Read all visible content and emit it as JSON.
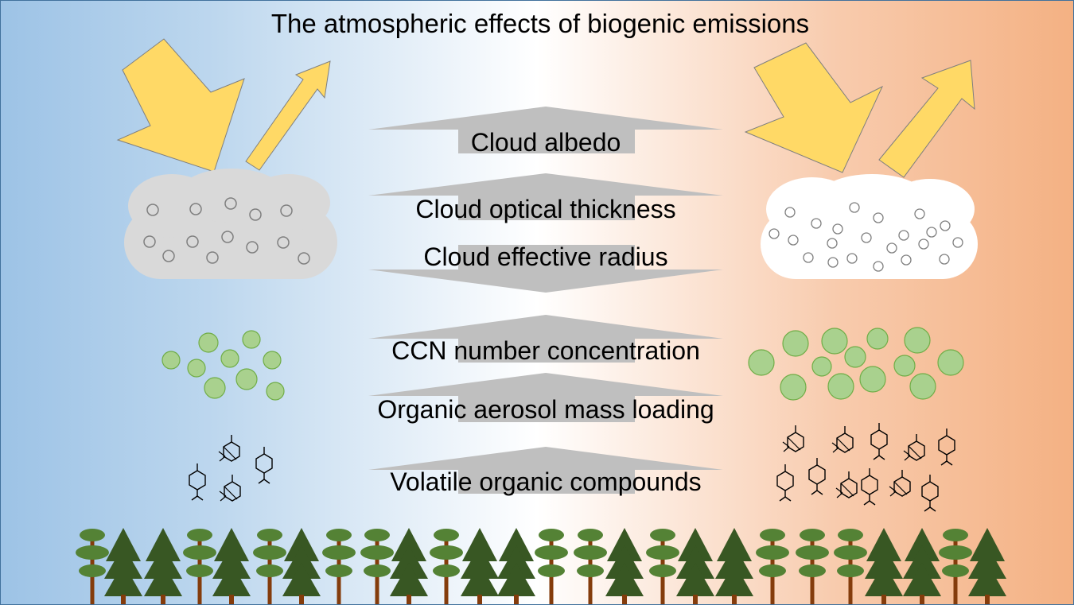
{
  "title": "The atmospheric effects of biogenic emissions",
  "labels": {
    "cloud_albedo": "Cloud albedo",
    "cloud_optical_thickness": "Cloud optical thickness",
    "cloud_effective_radius": "Cloud effective radius",
    "ccn_number_concentration": "CCN number concentration",
    "organic_aerosol_mass_loading": "Organic aerosol mass loading",
    "volatile_organic_compounds": "Volatile organic compounds"
  },
  "colors": {
    "low_emission_side": "#9dc3e6",
    "high_emission_side": "#f4b183",
    "sunlight_arrow": "#ffd966",
    "polluted_cloud": "#d9d9d9",
    "clean_cloud": "#ffffff",
    "ccn_particle": "#a9d18e",
    "indicator_arrow": "#bfbfbf",
    "pine_tree": "#385723",
    "broadleaf_tree": "#548235",
    "trunk": "#843c0c"
  },
  "icons": [
    "sun-arrow-icon",
    "cloud-icon",
    "droplet-icon",
    "ccn-particle-icon",
    "molecule-icon",
    "pine-tree-icon",
    "broadleaf-tree-icon"
  ]
}
